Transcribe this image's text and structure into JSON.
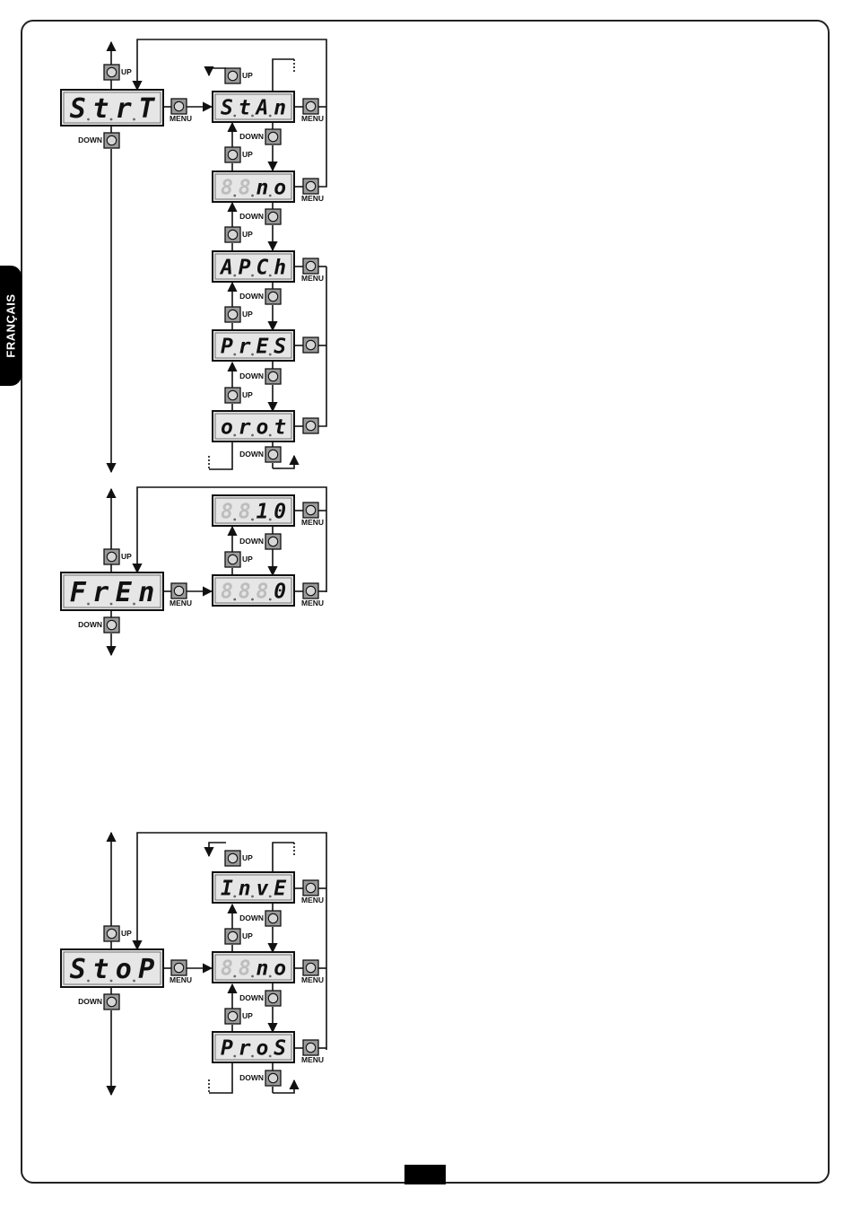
{
  "side_tab": "FRANÇAIS",
  "buttons": {
    "up": "UP",
    "down": "DOWN",
    "menu": "MENU"
  },
  "groups": [
    {
      "id": "start",
      "main": "StrT",
      "options": [
        "StAn",
        "no",
        "APCh",
        "PrES",
        "orot"
      ]
    },
    {
      "id": "fren",
      "main": "FrEn",
      "options": [
        "10",
        "0"
      ]
    },
    {
      "id": "stop",
      "main": "StoP",
      "options": [
        "InvE",
        "no",
        "ProS"
      ]
    }
  ]
}
